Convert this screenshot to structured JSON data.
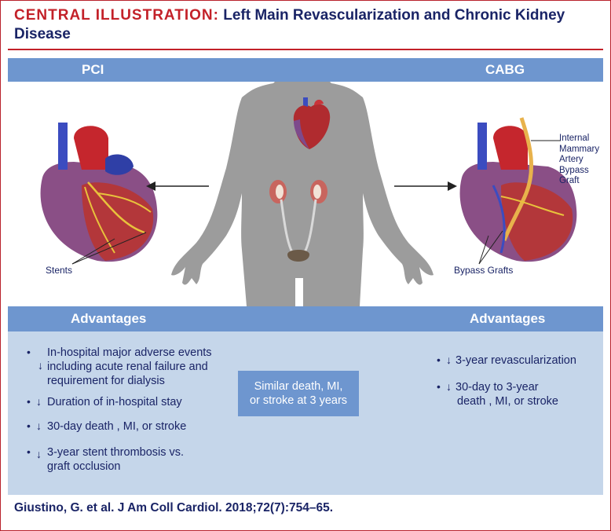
{
  "header": {
    "lead": "CENTRAL ILLUSTRATION:",
    "title": " Left Main Revascularization and Chronic Kidney Disease"
  },
  "sections": {
    "pci": "PCI",
    "cabg": "CABG"
  },
  "labels": {
    "stents": "Stents",
    "ima_line1": "Internal",
    "ima_line2": "Mammary",
    "ima_line3": "Artery",
    "ima_line4": "Bypass",
    "ima_line5": "Graft",
    "bypass_grafts": "Bypass Grafts"
  },
  "advantages": {
    "left_title": "Advantages",
    "right_title": "Advantages",
    "left": [
      {
        "l1": "In-hospital major adverse events",
        "l2": "including acute renal failure and",
        "l3": "requirement for dialysis"
      },
      {
        "l1": "Duration of in-hospital stay"
      },
      {
        "l1": "30-day death , MI, or stroke"
      },
      {
        "l1": "3-year stent thrombosis vs.",
        "l2": "graft occlusion"
      }
    ],
    "right": [
      {
        "l1": "3-year revascularization"
      },
      {
        "l1": "30-day to 3-year",
        "l2": "death , MI, or stroke"
      }
    ],
    "center_l1": "Similar death, MI,",
    "center_l2": "or stroke at 3 years"
  },
  "symbols": {
    "bullet": "•",
    "down_arrow": "↓"
  },
  "citation": "Giustino, G. et al. J Am Coll Cardiol. 2018;72(7):754–65.",
  "colors": {
    "red": "#c32129",
    "navy": "#1a2466",
    "bar_blue": "#6e96cf",
    "panel_blue": "#c5d6ea",
    "silhouette": "#9c9c9c"
  }
}
